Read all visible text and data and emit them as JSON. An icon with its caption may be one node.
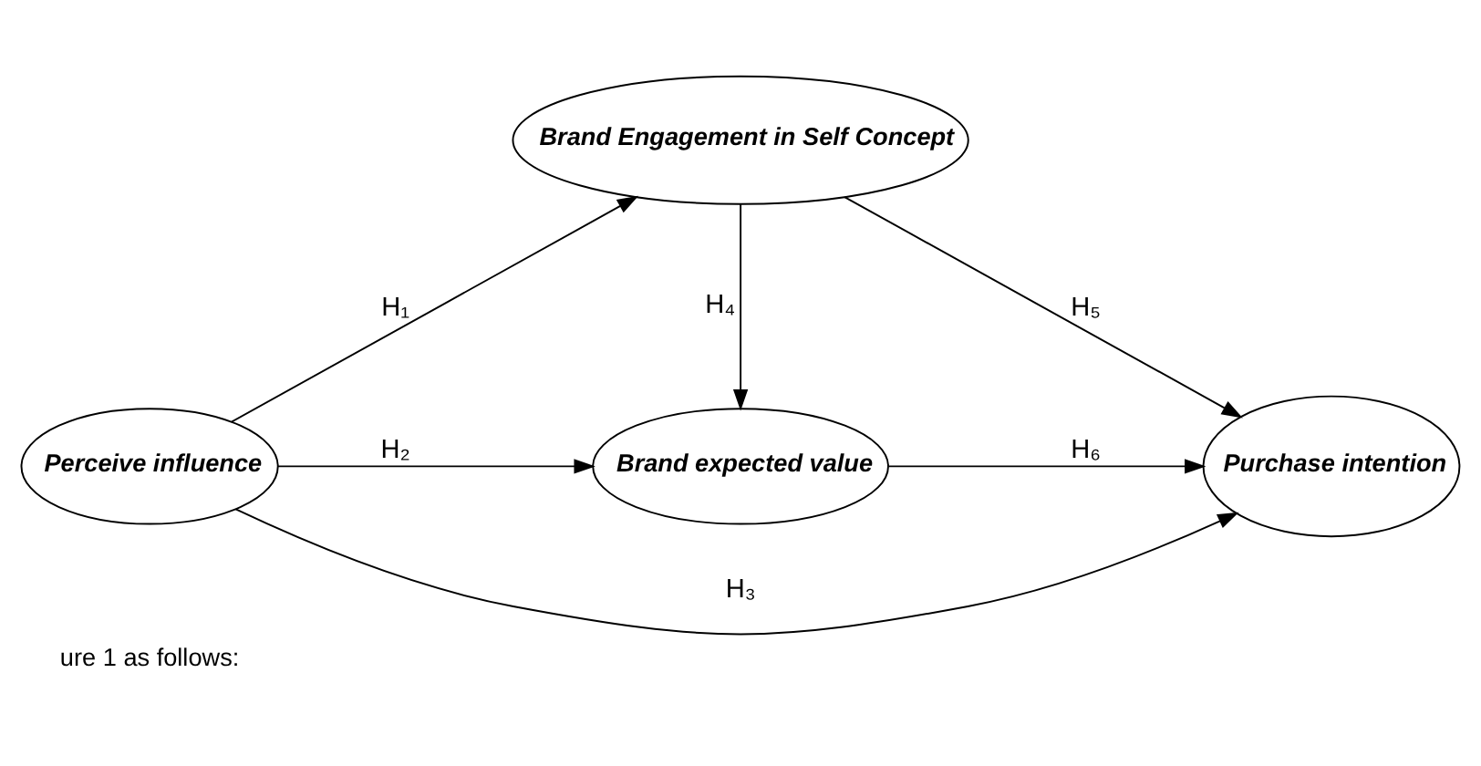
{
  "diagram": {
    "nodes": [
      {
        "text": [
          "Perceive influence"
        ]
      },
      {
        "text": [
          "Brand Engagement in Self Concept"
        ]
      },
      {
        "text": [
          "Brand expected value"
        ]
      },
      {
        "text": [
          "Purchase intention"
        ]
      }
    ],
    "edges": [
      {
        "from": 0,
        "to": 1,
        "arrow": "to",
        "label": "H₁"
      },
      {
        "from": 0,
        "to": 2,
        "arrow": "to",
        "label": "H₂"
      },
      {
        "from": 0,
        "to": 3,
        "arrow": "to",
        "label": "H₃"
      },
      {
        "from": 1,
        "to": 2,
        "arrow": "to",
        "label": "H₄"
      },
      {
        "from": 1,
        "to": 3,
        "arrow": "to",
        "label": "H₅"
      },
      {
        "from": 2,
        "to": 3,
        "arrow": "to",
        "label": "H₆"
      }
    ],
    "labels": [
      "ure 1 as follows:"
    ]
  }
}
